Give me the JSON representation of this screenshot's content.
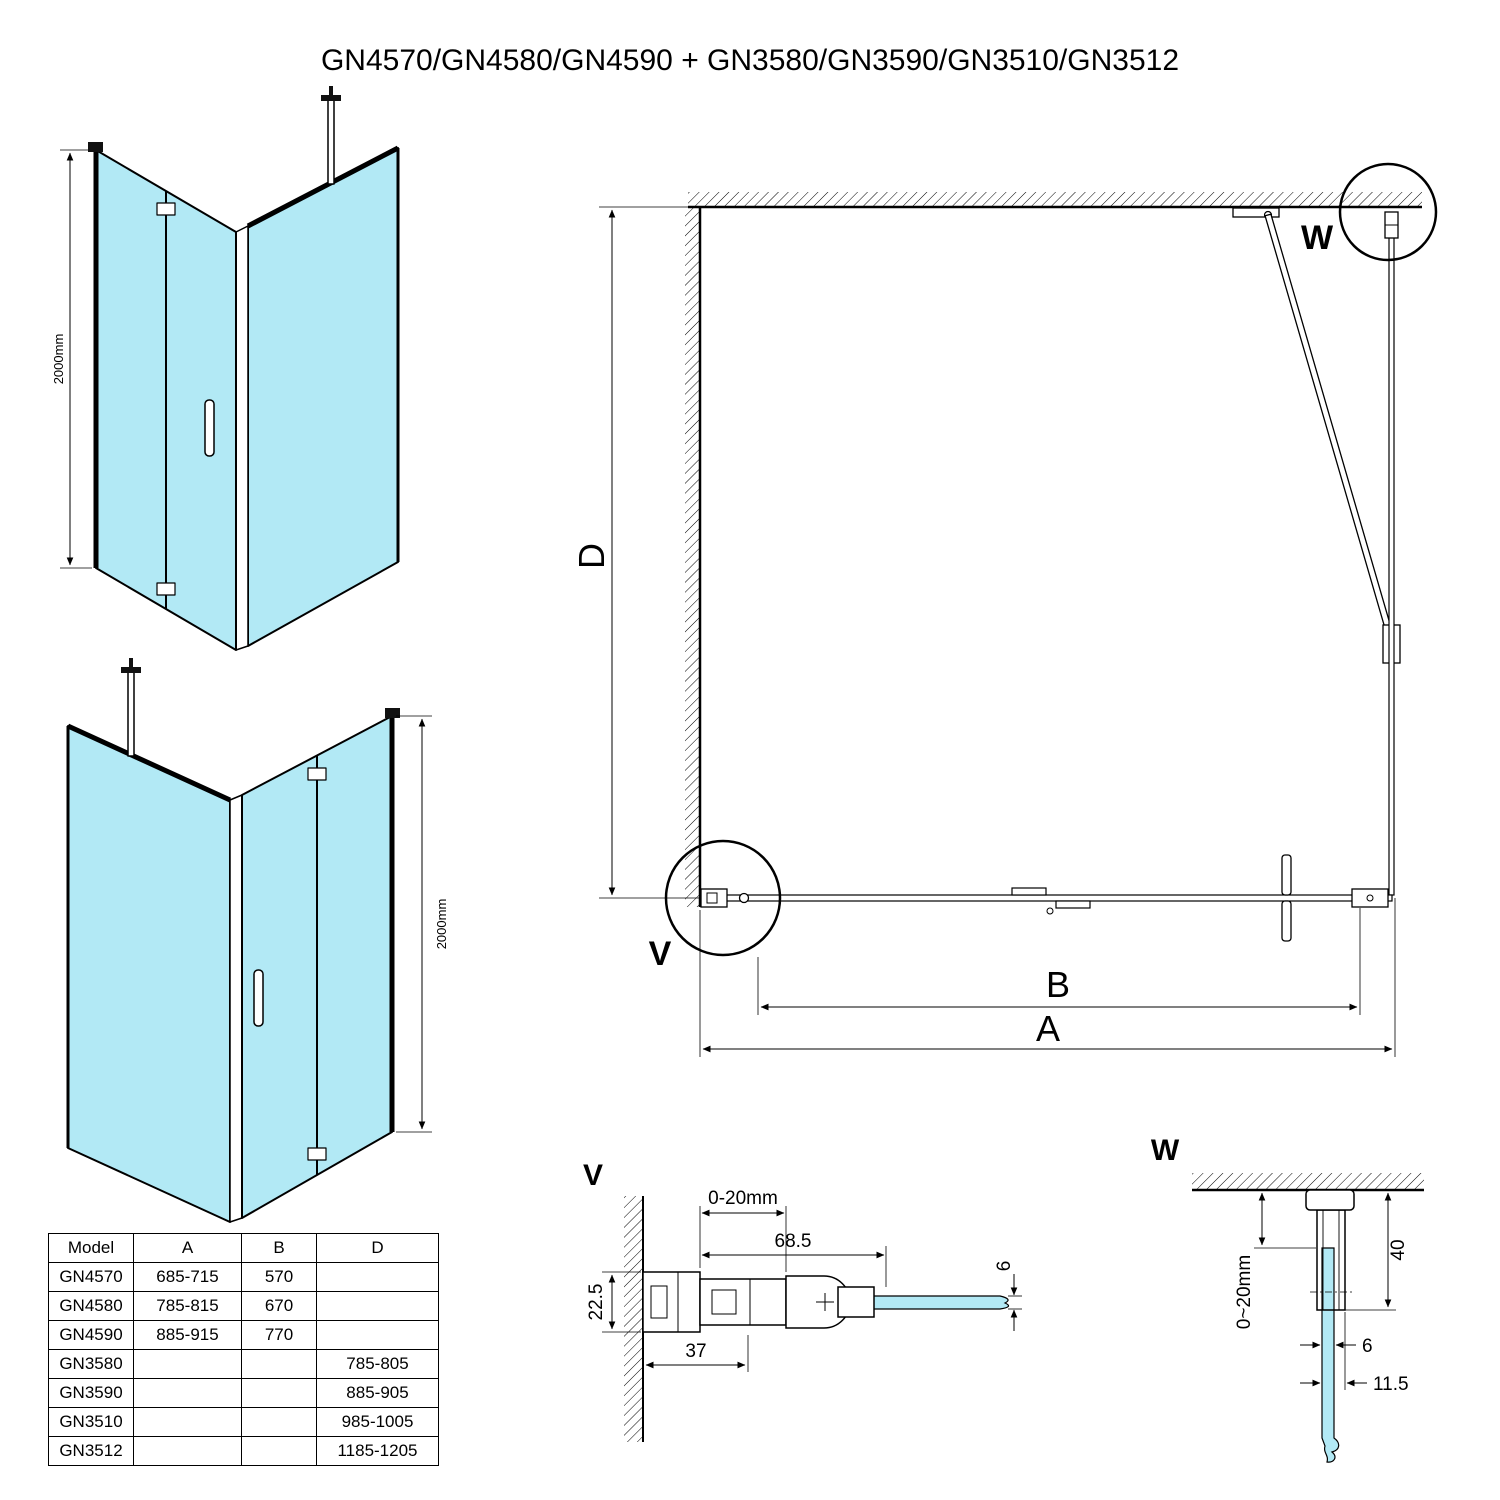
{
  "title": "GN4570/GN4580/GN4590 + GN3580/GN3590/GN3510/GN3512",
  "colors": {
    "glass": "#b2e9f5",
    "line": "#000000"
  },
  "iso_top": {
    "height_label": "2000mm"
  },
  "iso_bottom": {
    "height_label": "2000mm"
  },
  "plan": {
    "dim_a": "A",
    "dim_b": "B",
    "dim_d": "D",
    "detail_v_label": "V",
    "detail_w_label": "W"
  },
  "detail_v": {
    "label": "V",
    "dim_adjust": "0-20mm",
    "dim_width": "68.5",
    "dim_depth": "22.5",
    "dim_profile": "37",
    "dim_glass": "6"
  },
  "detail_w": {
    "label": "W",
    "dim_height": "40",
    "dim_adjust": "0~20mm",
    "dim_glass": "6",
    "dim_offset": "11.5"
  },
  "table": {
    "headers": [
      "Model",
      "A",
      "B",
      "D"
    ],
    "rows": [
      [
        "GN4570",
        "685-715",
        "570",
        ""
      ],
      [
        "GN4580",
        "785-815",
        "670",
        ""
      ],
      [
        "GN4590",
        "885-915",
        "770",
        ""
      ],
      [
        "GN3580",
        "",
        "",
        "785-805"
      ],
      [
        "GN3590",
        "",
        "",
        "885-905"
      ],
      [
        "GN3510",
        "",
        "",
        "985-1005"
      ],
      [
        "GN3512",
        "",
        "",
        "1185-1205"
      ]
    ]
  }
}
